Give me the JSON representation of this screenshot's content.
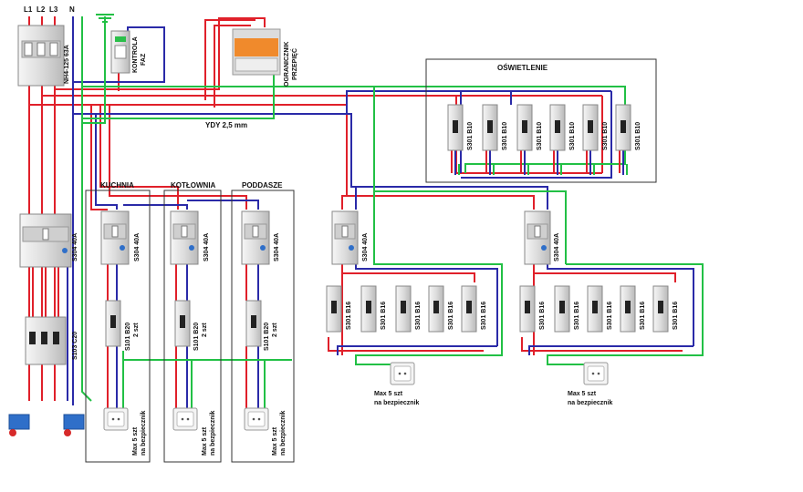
{
  "phases": [
    "L1",
    "L2",
    "L3",
    "N"
  ],
  "main_switch_label": "NH4-125 63A",
  "phase_monitor_label": [
    "KONTROLA",
    "FAZ"
  ],
  "surge_arrester_label": [
    "OGRANICZNIK",
    "PRZEPIĘĆ"
  ],
  "cable_label": "YDY 2,5 mm",
  "lighting": {
    "title": "OŚWIETLENIE",
    "breaker_labels": [
      "S301 B10",
      "S301 B10",
      "S301 B10",
      "S301 B10",
      "S301 B10",
      "S301 B10"
    ]
  },
  "left_block": {
    "rcd_label": "S304 40A",
    "breaker_label": "S103 C20"
  },
  "rooms": [
    {
      "title": "KUCHNIA",
      "rcd_label": "S304 40A",
      "breaker_label": [
        "S101 B20",
        "2 szt"
      ],
      "socket_note": [
        "Max 5 szt",
        "na bezpiecznik"
      ]
    },
    {
      "title": "KOTŁOWNIA",
      "rcd_label": "S304 40A",
      "breaker_label": [
        "S101 B20",
        "2 szt"
      ],
      "socket_note": [
        "Max 5 szt",
        "na bezpiecznik"
      ]
    },
    {
      "title": "PODDASZE",
      "rcd_label": "S304 40A",
      "breaker_label": [
        "S101 B20",
        "2 szt"
      ],
      "socket_note": [
        "Max 5 szt",
        "na bezpiecznik"
      ]
    }
  ],
  "socket_groups": [
    {
      "rcd_label": "S304 40A",
      "breaker_labels": [
        "S301 B16",
        "S301 B16",
        "S301 B16",
        "S301 B16",
        "S301 B16"
      ],
      "socket_note": [
        "Max 5 szt",
        "na bezpiecznik"
      ]
    },
    {
      "rcd_label": "S304 40A",
      "breaker_labels": [
        "S301 B16",
        "S301 B16",
        "S301 B16",
        "S301 B16",
        "S301 B16"
      ],
      "socket_note": [
        "Max 5 szt",
        "na bezpiecznik"
      ]
    }
  ],
  "colors": {
    "phase": "#e0202a",
    "neutral": "#2a2aa8",
    "earth": "#22c045",
    "device": "#e8e8e8",
    "surge": "#f08a2c"
  }
}
